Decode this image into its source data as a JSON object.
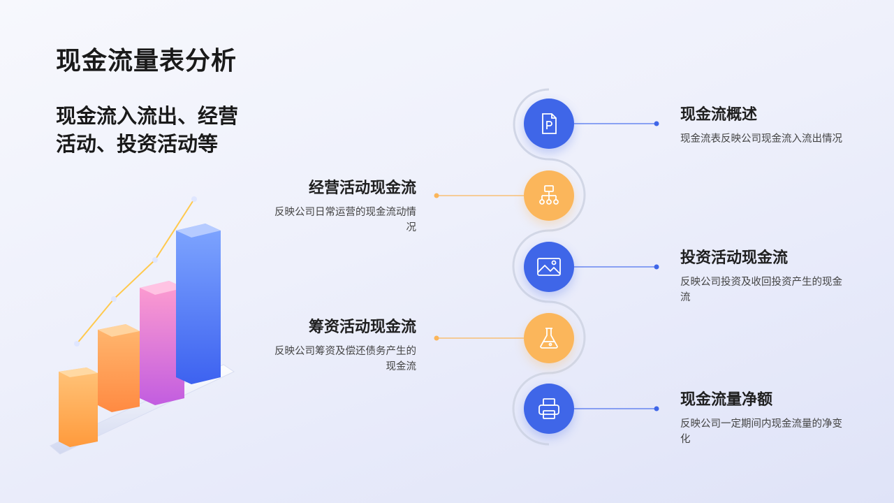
{
  "title": "现金流量表分析",
  "subtitle": "现金流入流出、经营活动、投资活动等",
  "items": [
    {
      "heading": "现金流概述",
      "desc": "现金流表反映公司现金流入流出情况",
      "icon": "ppt-file-icon",
      "color": "#3f66e8"
    },
    {
      "heading": "经营活动现金流",
      "desc": "反映公司日常运营的现金流动情况",
      "icon": "org-chart-icon",
      "color": "#fbb65b"
    },
    {
      "heading": "投资活动现金流",
      "desc": "反映公司投资及收回投资产生的现金流",
      "icon": "image-icon",
      "color": "#3f66e8"
    },
    {
      "heading": "筹资活动现金流",
      "desc": "反映公司筹资及偿还债务产生的现金流",
      "icon": "flask-icon",
      "color": "#fbb65b"
    },
    {
      "heading": "现金流量净额",
      "desc": "反映公司一定期间内现金流量的净变化",
      "icon": "printer-icon",
      "color": "#3f66e8"
    }
  ]
}
